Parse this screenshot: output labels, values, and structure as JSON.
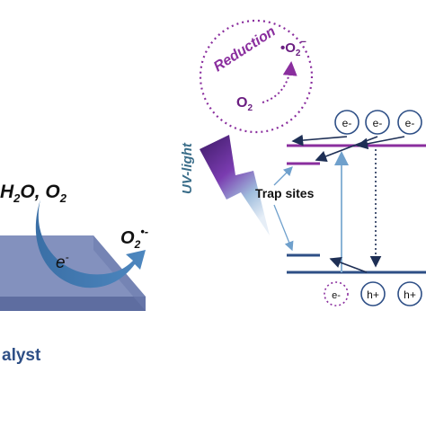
{
  "left_panel": {
    "reactants_main": "H",
    "reactants_sub": "2",
    "reactants_rest": "O, O",
    "reactants_sub2": "2",
    "electron_label": "e",
    "electron_sup": "-",
    "product_main": "O",
    "product_sub": "2",
    "product_sup": "•-",
    "catalyst_label": "alyst"
  },
  "right_panel": {
    "reduction_label": "Reduction",
    "o2_label": "O",
    "o2_sub": "2",
    "superoxide_main": "•O",
    "superoxide_sub": "2",
    "superoxide_sup": "−",
    "uv_label": "UV-light",
    "trap_sites_label": "Trap sites",
    "electron_circles": [
      "e-",
      "e-",
      "e-"
    ],
    "electron_dotted": "e-",
    "hole_circles": [
      "h+",
      "h+"
    ]
  },
  "colors": {
    "purple": "#8a2e9e",
    "navy": "#2e4f86",
    "teal": "#3b6e8a",
    "catalyst_top": "#8391be",
    "catalyst_side": "#5e6da0",
    "arrow_blue": "#3c79b0",
    "light_blue": "#8ab4d6"
  }
}
